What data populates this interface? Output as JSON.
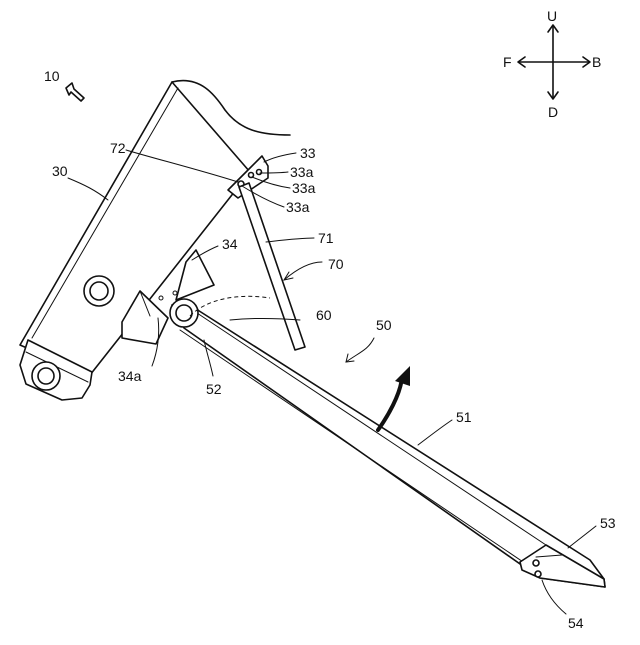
{
  "compass": {
    "up": "U",
    "down": "D",
    "front": "F",
    "back": "B"
  },
  "labels": {
    "n10": "10",
    "n30": "30",
    "n72": "72",
    "n33": "33",
    "n33a_1": "33a",
    "n33a_2": "33a",
    "n33a_3": "33a",
    "n34": "34",
    "n71": "71",
    "n70": "70",
    "n60": "60",
    "n50": "50",
    "n34a": "34a",
    "n52": "52",
    "n51": "51",
    "n53": "53",
    "n54": "54"
  }
}
